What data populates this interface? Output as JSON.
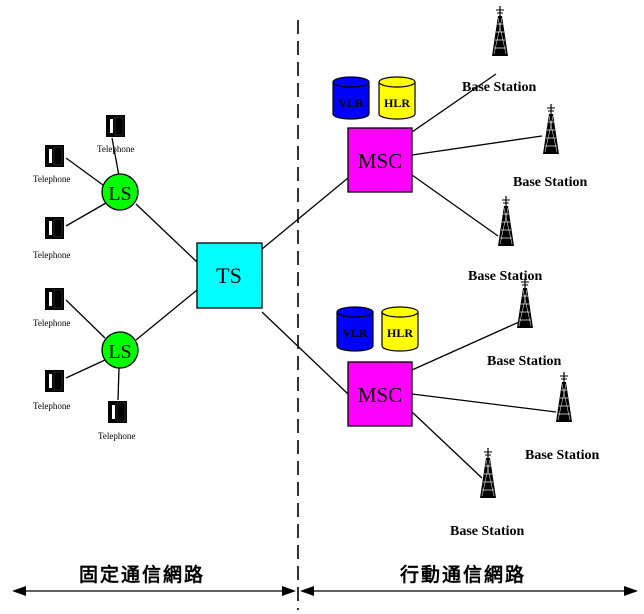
{
  "nodes": {
    "ts": "TS",
    "ls_top": "LS",
    "ls_bottom": "LS",
    "msc_top": "MSC",
    "msc_bottom": "MSC",
    "vlr_top": "VLR",
    "hlr_top": "HLR",
    "vlr_bottom": "VLR",
    "hlr_bottom": "HLR"
  },
  "telephones": [
    "Telephone",
    "Telephone",
    "Telephone",
    "Telephone",
    "Telephone",
    "Telephone"
  ],
  "base_stations": [
    "Base Station",
    "Base Station",
    "Base Station",
    "Base Station",
    "Base Station",
    "Base Station"
  ],
  "regions": {
    "fixed": "固定通信網路",
    "mobile": "行動通信網路"
  },
  "colors": {
    "ts": "#00ffff",
    "ls": "#00ff00",
    "msc": "#ff00ff",
    "vlr": "#0000ff",
    "hlr": "#ffff00"
  }
}
